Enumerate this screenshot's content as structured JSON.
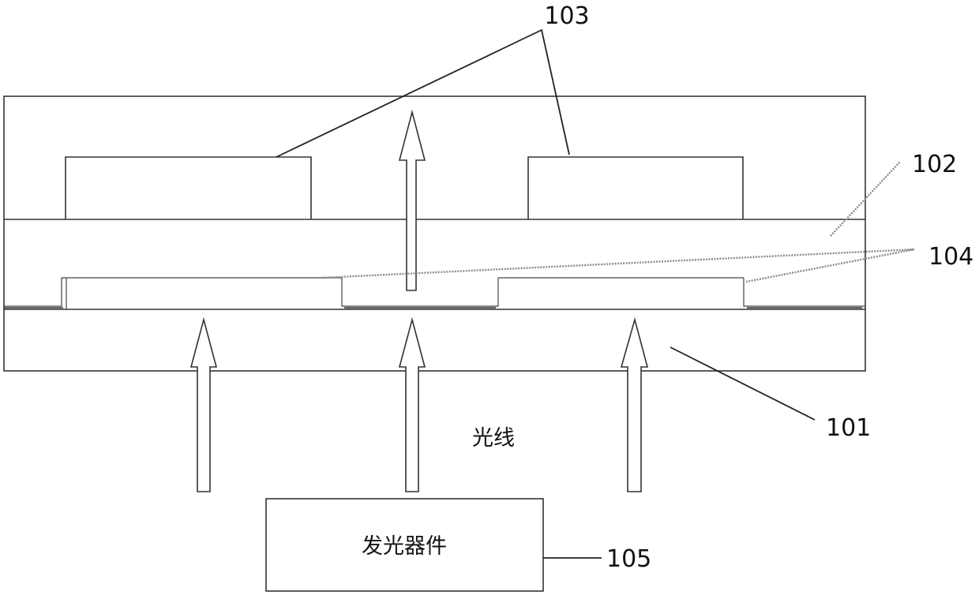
{
  "labels": {
    "l101": "101",
    "l102": "102",
    "l103": "103",
    "l104": "104",
    "l105": "105"
  },
  "text": {
    "light_rays": "光线",
    "light_emitter": "发光器件"
  }
}
